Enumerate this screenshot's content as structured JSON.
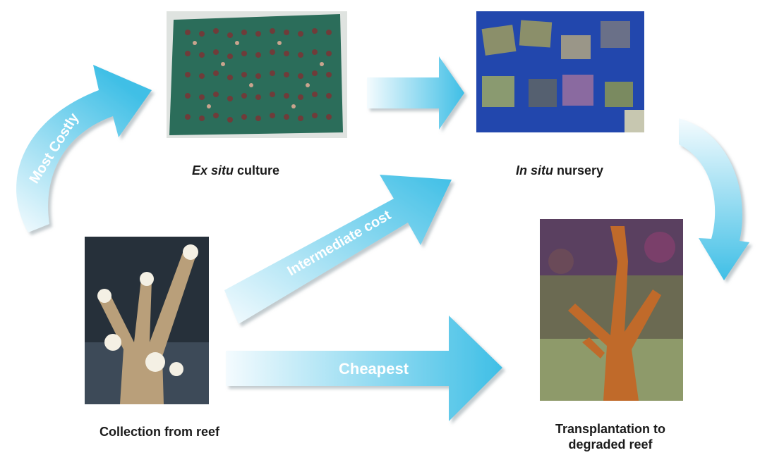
{
  "nodes": {
    "ex_situ": {
      "caption_italic": "Ex situ",
      "caption_rest": " culture"
    },
    "in_situ": {
      "caption_italic": "In situ",
      "caption_rest": " nursery"
    },
    "collection": {
      "caption": "Collection from reef"
    },
    "transplant": {
      "caption_line1": "Transplantation to",
      "caption_line2": "degraded reef"
    }
  },
  "arrows": {
    "most_costly": "Most Costly",
    "intermediate": "Intermediate cost",
    "cheapest": "Cheapest"
  },
  "colors": {
    "arrow_light": "#e6f5fb",
    "arrow_dark": "#4ec3e6",
    "caption_text": "#1a1a1a",
    "label_text": "#ffffff"
  }
}
